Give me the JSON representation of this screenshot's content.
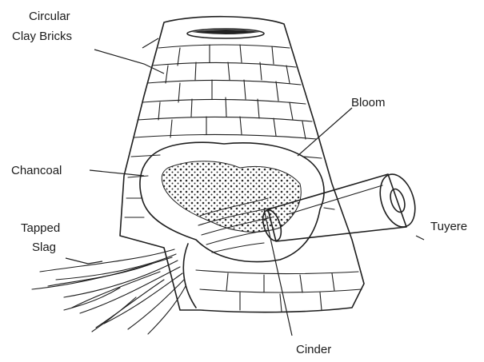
{
  "diagram": {
    "labels": {
      "bricks_line1": "Circular",
      "bricks_line2": "Clay Bricks",
      "bloom": "Bloom",
      "charcoal": "Chancoal",
      "slag_line1": "Tapped",
      "slag_line2": "Slag",
      "tuyere": "Tuyere",
      "cinder": "Cinder"
    }
  }
}
